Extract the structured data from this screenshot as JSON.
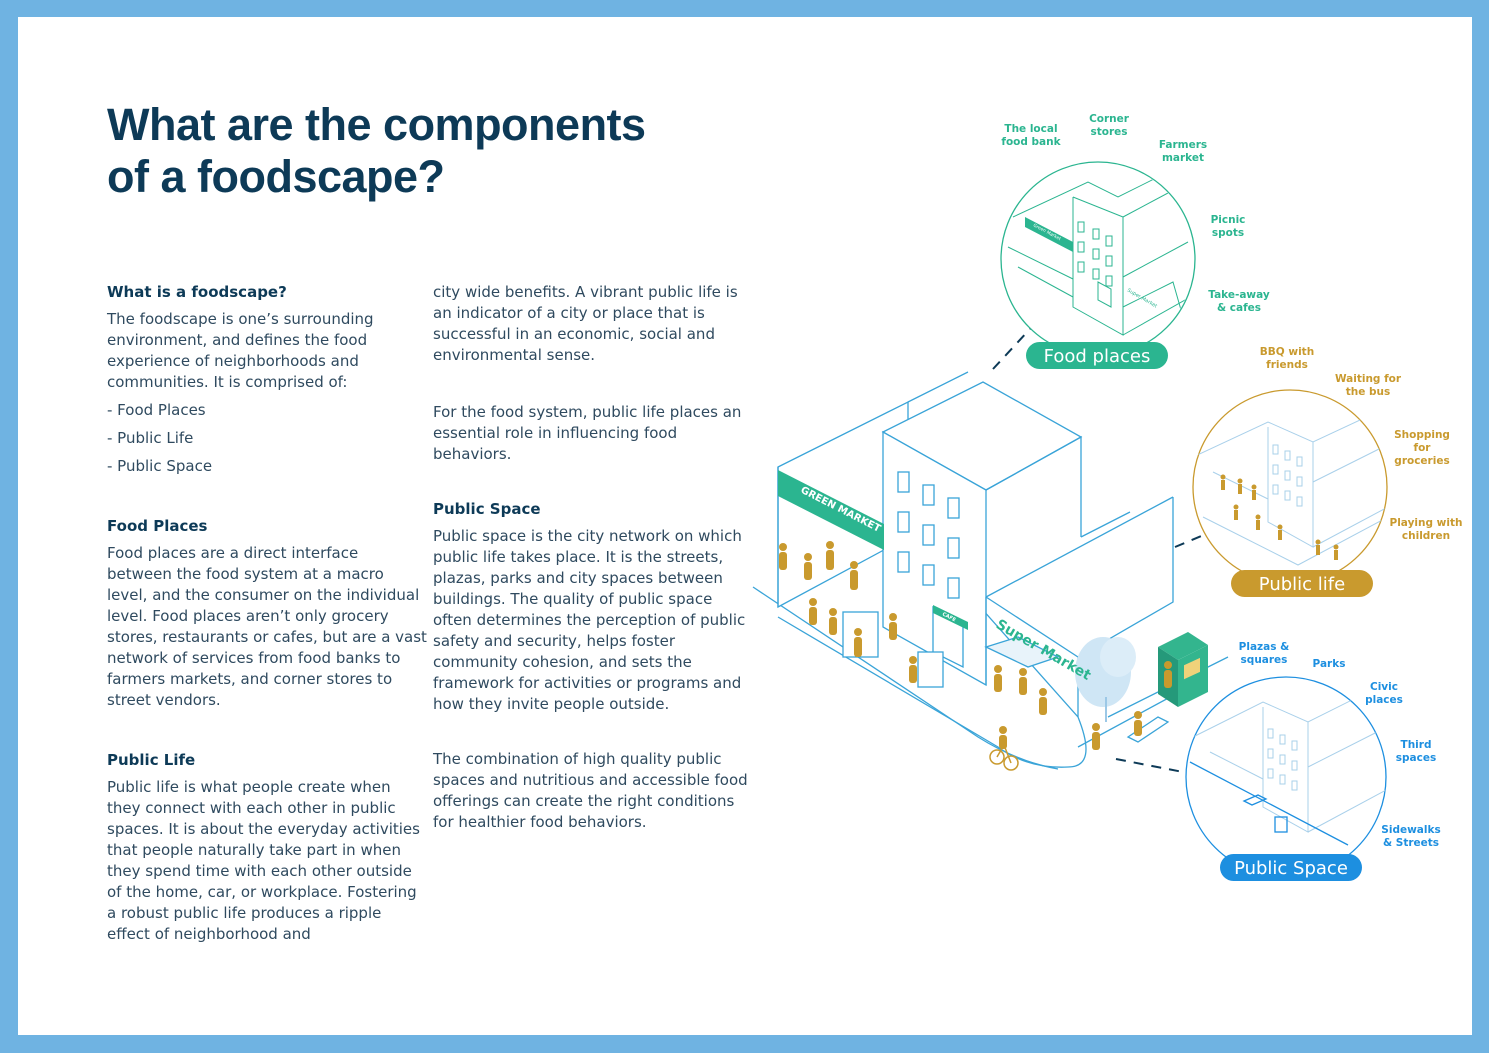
{
  "title": [
    "What are the components",
    "of a foodscape?"
  ],
  "sections": {
    "what": {
      "heading": "What is a foodscape?",
      "body": "The foodscape is one’s surrounding environment, and defines the food experience of neighborhoods and communities. It is comprised of:",
      "list": [
        "- Food Places",
        "- Public Life",
        "- Public Space"
      ]
    },
    "food_places": {
      "heading": "Food Places",
      "body": "Food places are a direct interface between the food system at a macro level, and the consumer on the individual level. Food places aren’t only grocery stores, restaurants or cafes, but are a vast network of services from food banks to farmers markets, and corner stores to street vendors."
    },
    "public_life": {
      "heading": "Public Life",
      "body": "Public life is what people create when they connect with each other in public spaces. It is about the everyday activities that people naturally take part in when they spend time with each other outside of the home, car, or workplace. Fostering a robust public life produces a ripple effect of neighborhood and",
      "body_cont": "city wide benefits. A vibrant public life is an indicator of a city or place that is successful in an economic, social and environmental sense.",
      "body_2": "For the food system, public life places an essential role in influencing food behaviors."
    },
    "public_space": {
      "heading": "Public Space",
      "body": "Public space is the city network on which public life takes place. It is the streets, plazas, parks and city spaces between buildings. The quality of public space often determines the perception of public safety and security, helps foster community cohesion, and sets the framework for activities or programs and how they invite people outside.",
      "body_2": "The combination of high quality public spaces and nutritious and accessible food offerings can create the right conditions for healthier food behaviors."
    }
  },
  "diagram": {
    "colors": {
      "food": "#2bb590",
      "life": "#c99a2e",
      "space": "#1d8fe0",
      "line": "#3aa4d8"
    },
    "signs": {
      "green_market": "GREEN MARKET",
      "super_market": "Super Market",
      "small_super": "Super Market",
      "small_green": "Green Market",
      "cafe": "CAFE"
    },
    "food_places": {
      "pill": "Food places",
      "labels": [
        [
          "The local",
          "food bank"
        ],
        [
          "Corner",
          "stores"
        ],
        [
          "Farmers",
          "market"
        ],
        [
          "Picnic",
          "spots"
        ],
        [
          "Take-away",
          "& cafes"
        ]
      ]
    },
    "public_life": {
      "pill": "Public life",
      "labels": [
        [
          "BBQ with",
          "friends"
        ],
        [
          "Waiting for",
          "the bus"
        ],
        [
          "Shopping",
          "for",
          "groceries"
        ],
        [
          "Playing with",
          "children"
        ]
      ]
    },
    "public_space": {
      "pill": "Public Space",
      "labels": [
        [
          "Plazas &",
          "squares"
        ],
        [
          "Parks"
        ],
        [
          "Civic",
          "places"
        ],
        [
          "Third",
          "spaces"
        ],
        [
          "Sidewalks",
          "& Streets"
        ]
      ]
    }
  }
}
